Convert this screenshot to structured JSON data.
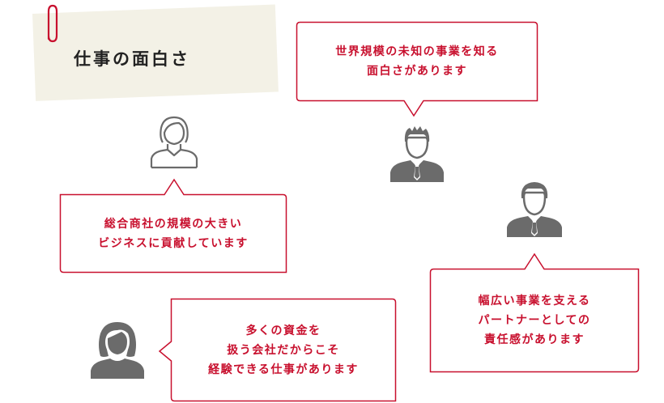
{
  "header": {
    "title": "仕事の面白さ"
  },
  "comments": [
    {
      "lines": [
        "世界規模の未知の事業を知る",
        "面白さがあります"
      ]
    },
    {
      "lines": [
        "総合商社の規模の大きい",
        "ビジネスに貢献しています"
      ]
    },
    {
      "lines": [
        "幅広い事業を支える",
        "パートナーとしての",
        "責任感があります"
      ]
    },
    {
      "lines": [
        "多くの資金を",
        "扱う会社だからこそ",
        "経験できる仕事があります"
      ]
    }
  ],
  "colors": {
    "accent": "#c8102e",
    "note_background": "#f3f1e6",
    "avatar_gray": "#6b6b6b"
  },
  "icons": [
    "paperclip-icon",
    "woman-outline-icon",
    "man-tie-icon",
    "man-tie-icon",
    "woman-filled-icon"
  ]
}
